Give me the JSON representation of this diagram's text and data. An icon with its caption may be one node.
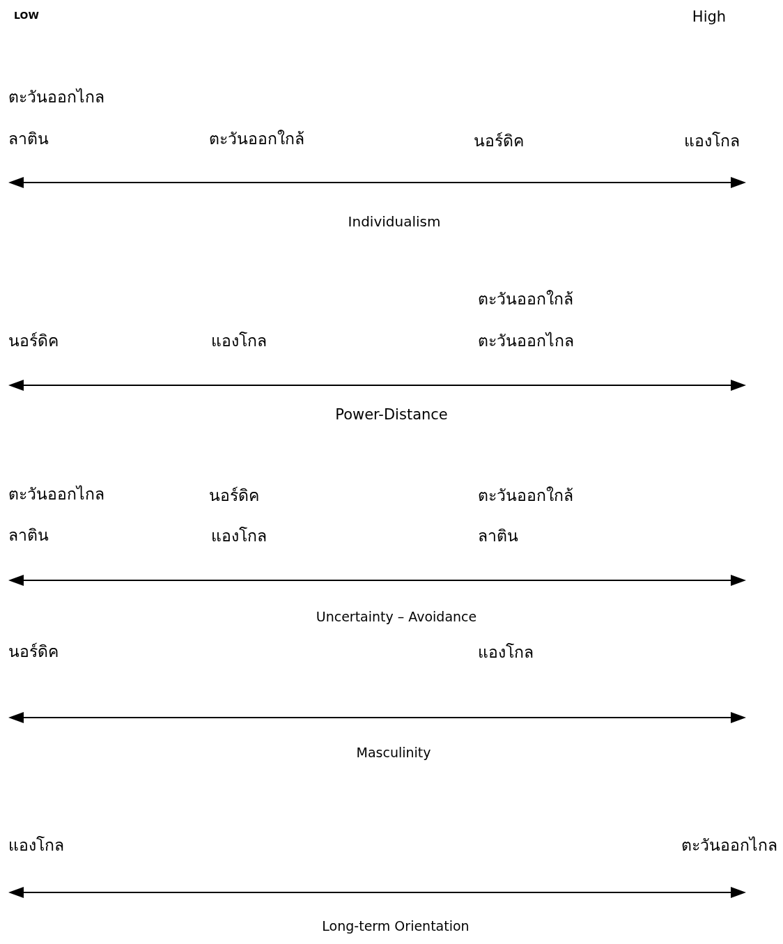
{
  "diagram": {
    "labels": [
      "LOW",
      "High",
      "ตะวันออกไกล",
      "ลาติน",
      "ตะวันออกใกล้",
      "นอร์ดิค",
      "แองโกล",
      "Individualism",
      "ตะวันออกใกล้",
      "นอร์ดิค",
      "แองโกล",
      "ตะวันออกไกล",
      "Power-Distance",
      "ตะวันออกไกล",
      "นอร์ดิค",
      "ตะวันออกใกล้",
      "ลาติน",
      "แองโกล",
      "ลาติน",
      "Uncertainty – Avoidance",
      "นอร์ดิค",
      "แองโกล",
      "Masculinity",
      "แองโกล",
      "ตะวันออกไกล",
      "Long-term Orientation"
    ]
  }
}
